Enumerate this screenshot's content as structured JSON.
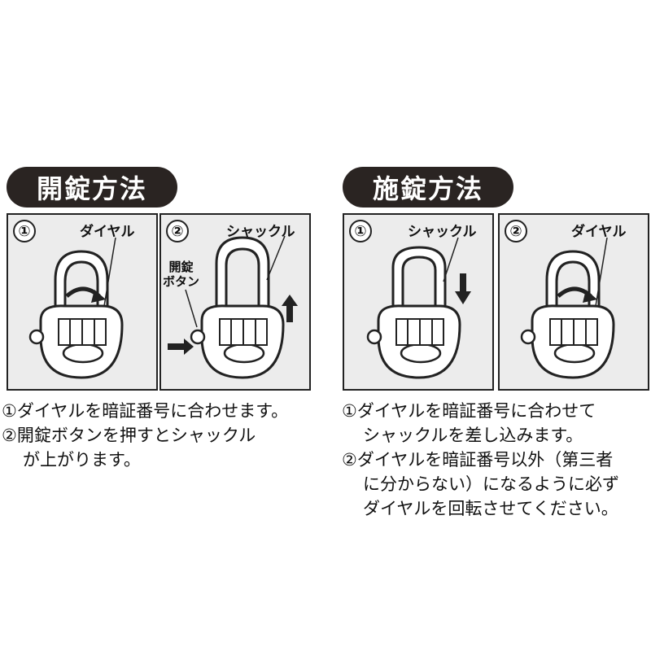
{
  "sections": [
    {
      "title": "開錠方法",
      "panels": [
        {
          "number": "①",
          "label": "ダイヤル",
          "arrow": "rotate"
        },
        {
          "number": "②",
          "label": "シャックル",
          "sublabel": [
            "開錠",
            "ボタン"
          ],
          "arrow": "up"
        }
      ],
      "instructions": [
        [
          "①ダイヤルを暗証番号に合わせます。"
        ],
        [
          "②開錠ボタンを押すとシャックル",
          "が上がります。"
        ]
      ]
    },
    {
      "title": "施錠方法",
      "panels": [
        {
          "number": "①",
          "label": "シャックル",
          "arrow": "down"
        },
        {
          "number": "②",
          "label": "ダイヤル",
          "arrow": "rotate"
        }
      ],
      "instructions": [
        [
          "①ダイヤルを暗証番号に合わせて",
          "シャックルを差し込みます。"
        ],
        [
          "②ダイヤルを暗証番号以外（第三者",
          "に分からない）になるように必ず",
          "ダイヤルを回転させてください。"
        ]
      ]
    }
  ],
  "colors": {
    "pill": "#2a2422",
    "panel_bg": "#ececec"
  }
}
